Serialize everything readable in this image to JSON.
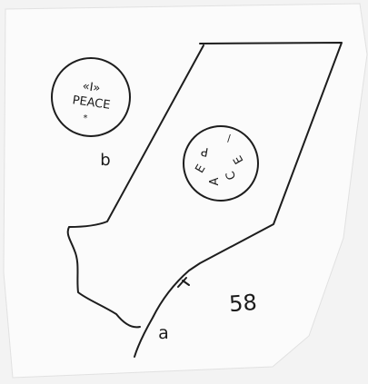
{
  "stamp_b": {
    "lines": [
      "«I»",
      "PEACE",
      "*"
    ]
  },
  "stamp_a": {
    "lines": [
      "P",
      "E",
      "A",
      "C",
      "E"
    ]
  },
  "labels": {
    "b": "b",
    "a": "a",
    "page": "58"
  },
  "colors": {
    "paper": "#f3f3f3",
    "sheet": "#fbfbfb",
    "ink": "#1d1d1d"
  }
}
